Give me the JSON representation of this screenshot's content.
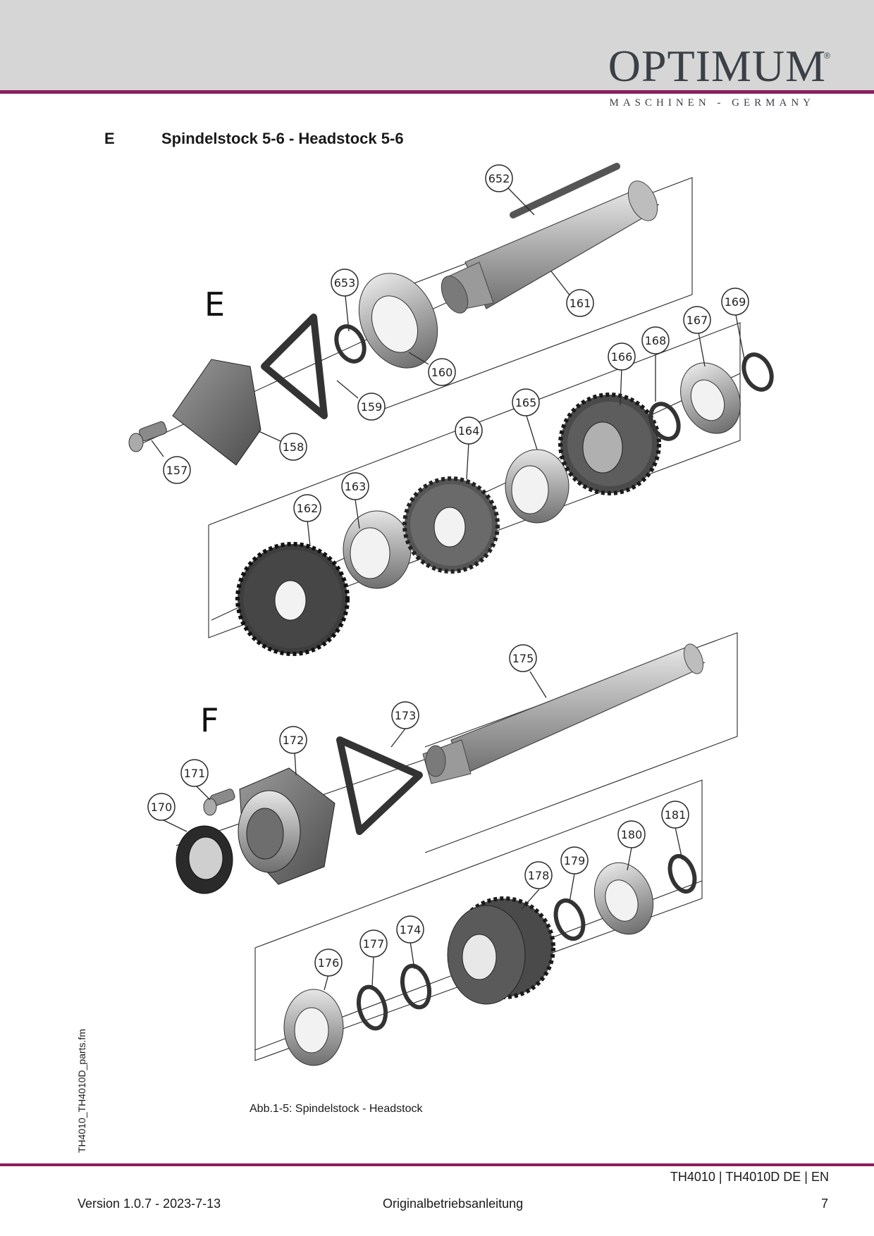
{
  "header": {
    "brand": "OPTIMUM",
    "registered": "®",
    "tagline": "MASCHINEN - GERMANY"
  },
  "section": {
    "letter": "E",
    "title": "Spindelstock 5-6  -  Headstock 5-6"
  },
  "drawing": {
    "group_labels": [
      "E",
      "F"
    ],
    "callouts_e": [
      "652",
      "653",
      "161",
      "160",
      "159",
      "158",
      "157",
      "169",
      "167",
      "168",
      "166",
      "165",
      "164",
      "163",
      "162"
    ],
    "callouts_f": [
      "175",
      "173",
      "172",
      "171",
      "170",
      "181",
      "180",
      "179",
      "178",
      "177",
      "174",
      "176"
    ]
  },
  "caption": "Abb.1-5:   Spindelstock - Headstock",
  "side_file": "TH4010_TH4010D_parts.fm",
  "footer": {
    "model": "TH4010  |  TH4010D    DE | EN",
    "version": "Version 1.0.7 - 2023-7-13",
    "doc_type": "Originalbetriebsanleitung",
    "page": "7"
  },
  "colors": {
    "accent_rule": "#8a1f5e",
    "header_band": "#d6d6d6",
    "brand_text": "#3b4047"
  }
}
